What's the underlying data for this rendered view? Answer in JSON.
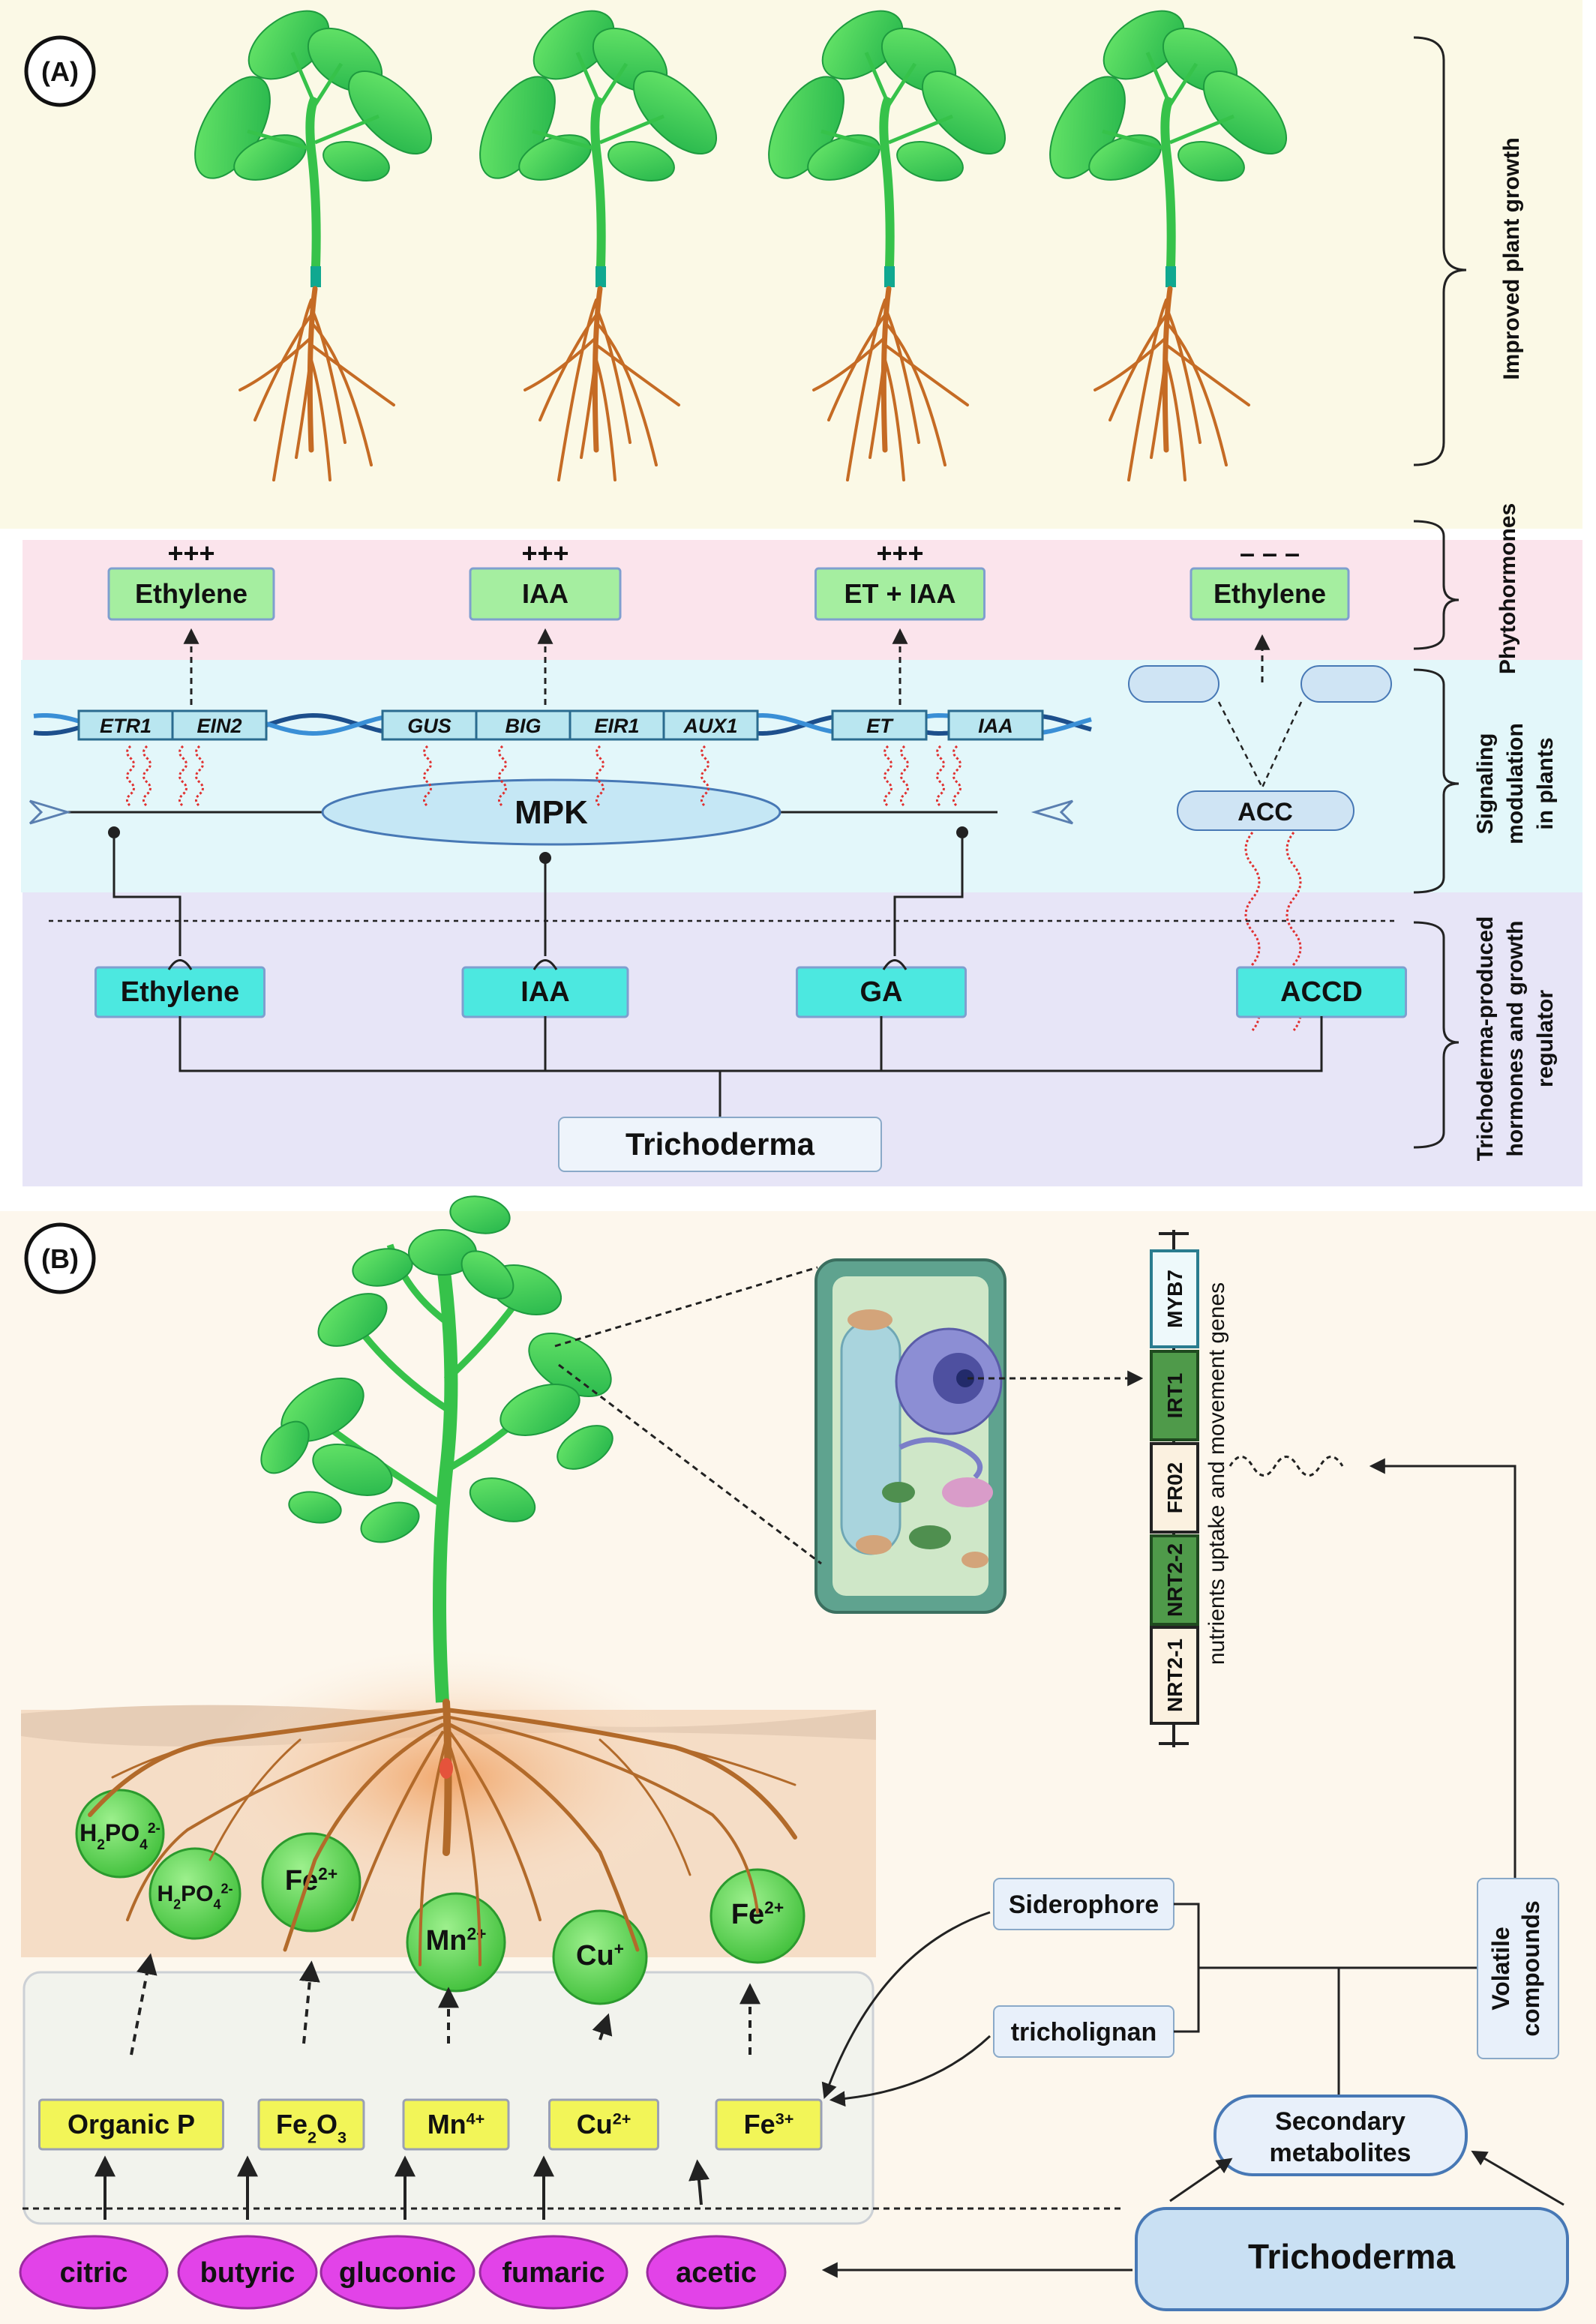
{
  "panel_a": {
    "label": "(A)",
    "brackets": {
      "growth": "Improved plant growth",
      "phyto": "Phytohormones",
      "signal_1": "Signaling",
      "signal_2": "modulation",
      "signal_3": "in plants",
      "tricho_1": "Trichoderma-produced",
      "tricho_2": "hormones and growth",
      "tricho_3": "regulator"
    },
    "phytohormones": [
      {
        "sign": "+++",
        "label": "Ethylene"
      },
      {
        "sign": "+++",
        "label": "IAA"
      },
      {
        "sign": "+++",
        "label": "ET + IAA"
      },
      {
        "sign": "– – –",
        "label": "Ethylene"
      }
    ],
    "genes": [
      "ETR1",
      "EIN2",
      "GUS",
      "BIG",
      "EIR1",
      "AUX1",
      "ET",
      "IAA"
    ],
    "mpk": "MPK",
    "acc": "ACC",
    "regulators": [
      "Ethylene",
      "IAA",
      "GA",
      "ACCD"
    ],
    "source": "Trichoderma"
  },
  "panel_b": {
    "label": "(B)",
    "genes": [
      "MYB7",
      "IRT1",
      "FR02",
      "NRT2-2",
      "NRT2-1"
    ],
    "genes_caption": "nutrients uptake and movement genes",
    "ions": [
      {
        "base": "H",
        "sub1": "2",
        "mid": "PO",
        "sub2": "4",
        "sup": "2-"
      },
      {
        "base": "H",
        "sub1": "2",
        "mid": "PO",
        "sub2": "4",
        "sup": "2-"
      },
      {
        "base": "Fe",
        "sup": "2+"
      },
      {
        "base": "Mn",
        "sup": "2+"
      },
      {
        "base": "Cu",
        "sup": "+"
      },
      {
        "base": "Fe",
        "sup": "2+"
      }
    ],
    "minerals": [
      {
        "base": "Organic P"
      },
      {
        "base": "Fe",
        "sub1": "2",
        "mid": "O",
        "sub2": "3"
      },
      {
        "base": "Mn",
        "sup": "4+"
      },
      {
        "base": "Cu",
        "sup": "2+"
      },
      {
        "base": "Fe",
        "sup": "3+"
      }
    ],
    "acids": [
      "citric",
      "butyric",
      "gluconic",
      "fumaric",
      "acetic"
    ],
    "siderophore": "Siderophore",
    "tricholignan": "tricholignan",
    "volatile_1": "Volatile",
    "volatile_2": "compounds",
    "secondary_1": "Secondary",
    "secondary_2": "metabolites",
    "source": "Trichoderma"
  }
}
